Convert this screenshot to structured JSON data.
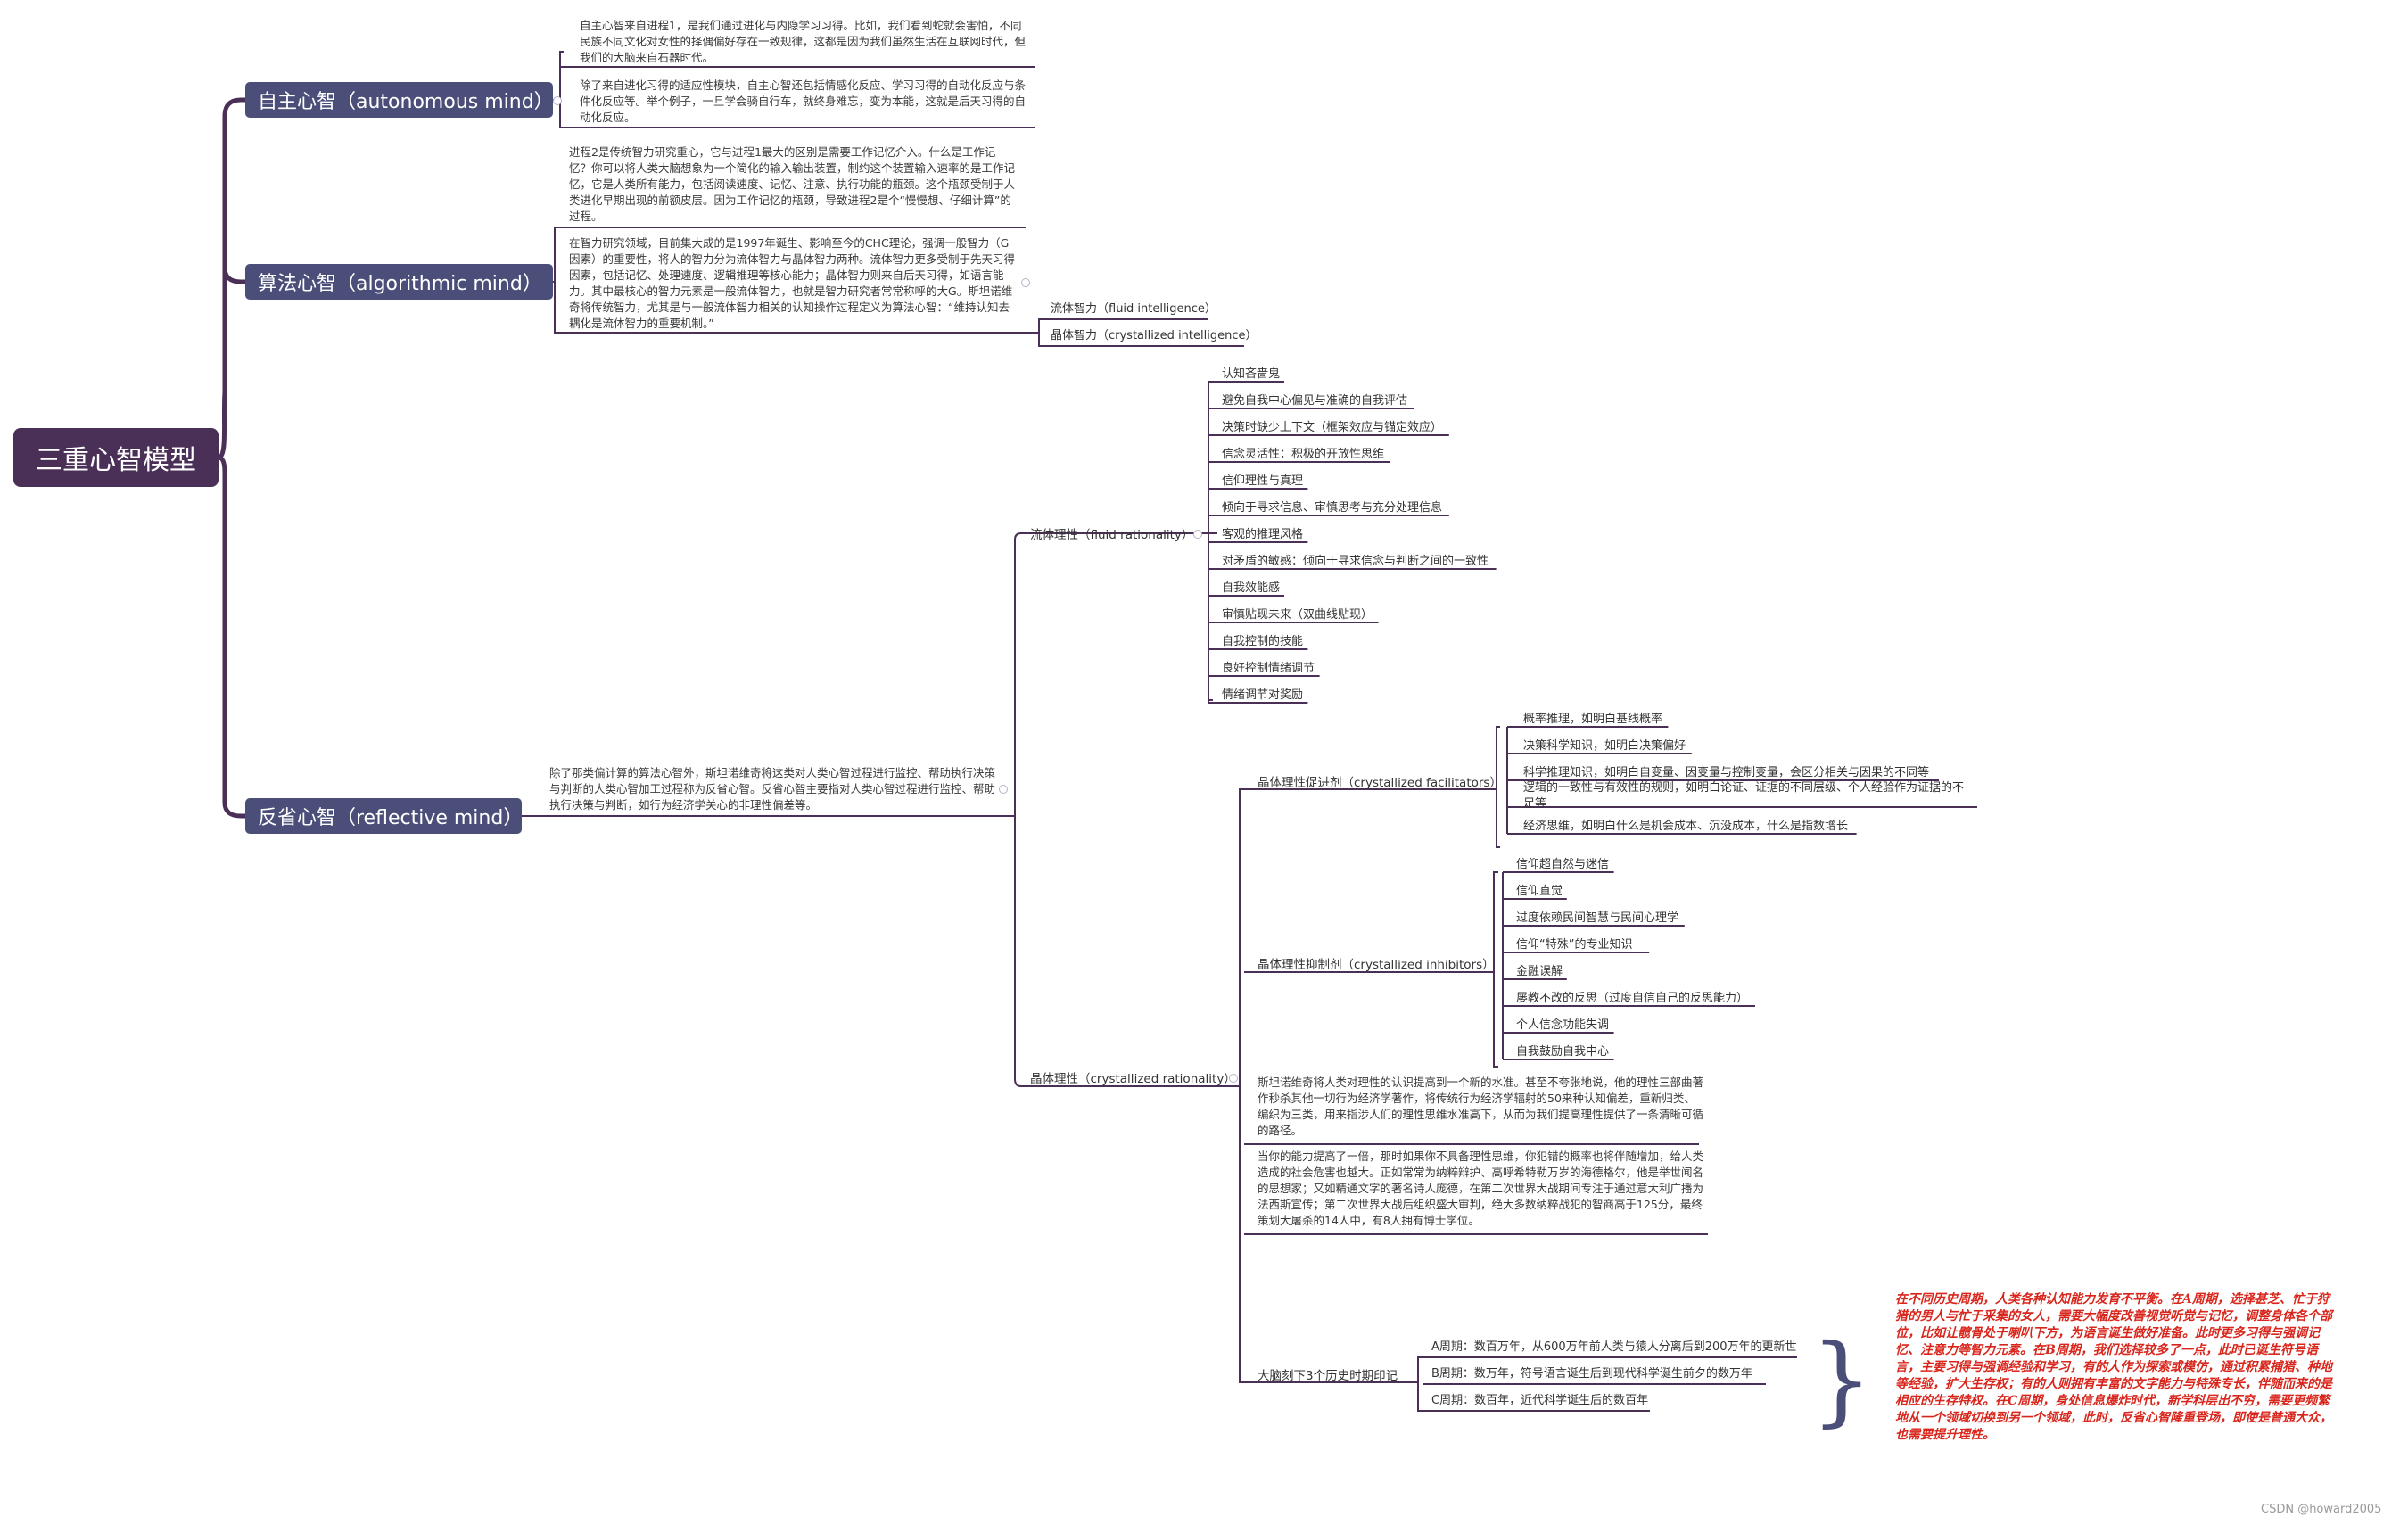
{
  "root": {
    "title": "三重心智模型"
  },
  "autonomous": {
    "title": "自主心智（autonomous mind）",
    "paras": [
      "自主心智来自进程1，是我们通过进化与内隐学习习得。比如，我们看到蛇就会害怕，不同民族不同文化对女性的择偶偏好存在一致规律，这都是因为我们虽然生活在互联网时代，但我们的大脑来自石器时代。",
      "除了来自进化习得的适应性模块，自主心智还包括情感化反应、学习习得的自动化反应与条件化反应等。举个例子，一旦学会骑自行车，就终身难忘，变为本能，这就是后天习得的自动化反应。"
    ]
  },
  "algorithmic": {
    "title": "算法心智（algorithmic mind）",
    "paras": [
      "进程2是传统智力研究重心，它与进程1最大的区别是需要工作记忆介入。什么是工作记忆？你可以将人类大脑想象为一个简化的输入输出装置，制约这个装置输入速率的是工作记忆，它是人类所有能力，包括阅读速度、记忆、注意、执行功能的瓶颈。这个瓶颈受制于人类进化早期出现的前额皮层。因为工作记忆的瓶颈，导致进程2是个“慢慢想、仔细计算”的过程。",
      "在智力研究领域，目前集大成的是1997年诞生、影响至今的CHC理论，强调一般智力（G因素）的重要性，将人的智力分为流体智力与晶体智力两种。流体智力更多受制于先天习得因素，包括记忆、处理速度、逻辑推理等核心能力；晶体智力则来自后天习得，如语言能力。其中最核心的智力元素是一般流体智力，也就是智力研究者常常称呼的大G。斯坦诺维奇将传统智力，尤其是与一般流体智力相关的认知操作过程定义为算法心智：“维持认知去耦化是流体智力的重要机制。”"
    ],
    "children": [
      "流体智力（fluid intelligence）",
      "晶体智力（crystallized intelligence）"
    ]
  },
  "reflective": {
    "title": "反省心智（reflective mind）",
    "desc": "除了那类偏计算的算法心智外，斯坦诺维奇将这类对人类心智过程进行监控、帮助执行决策与判断的人类心智加工过程称为反省心智。反省心智主要指对人类心智过程进行监控、帮助执行决策与判断，如行为经济学关心的非理性偏差等。",
    "fluid": {
      "label": "流体理性（fluid rationality）",
      "items": [
        "认知吝啬鬼",
        "避免自我中心偏见与准确的自我评估",
        "决策时缺少上下文（框架效应与锚定效应）",
        "信念灵活性：积极的开放性思维",
        "信仰理性与真理",
        "倾向于寻求信息、审慎思考与充分处理信息",
        "客观的推理风格",
        "对矛盾的敏感：倾向于寻求信念与判断之间的一致性",
        "自我效能感",
        "审慎贴现未来（双曲线贴现）",
        "自我控制的技能",
        "良好控制情绪调节",
        "情绪调节对奖励"
      ]
    },
    "crystallized": {
      "label": "晶体理性（crystallized rationality）",
      "facilitators": {
        "label": "晶体理性促进剂（crystallized facilitators）",
        "items": [
          "概率推理，如明白基线概率",
          "决策科学知识，如明白决策偏好",
          "科学推理知识，如明白自变量、因变量与控制变量，会区分相关与因果的不同等",
          "逻辑的一致性与有效性的规则，如明白论证、证据的不同层级、个人经验作为证据的不足等",
          "经济思维，如明白什么是机会成本、沉没成本，什么是指数增长"
        ]
      },
      "inhibitors": {
        "label": "晶体理性抑制剂（crystallized inhibitors）",
        "items": [
          "信仰超自然与迷信",
          "信仰直觉",
          "过度依赖民间智慧与民间心理学",
          "信仰“特殊”的专业知识",
          "金融误解",
          "屡教不改的反思（过度自信自己的反思能力）",
          "个人信念功能失调",
          "自我鼓励自我中心"
        ]
      },
      "paras": [
        "斯坦诺维奇将人类对理性的认识提高到一个新的水准。甚至不夸张地说，他的理性三部曲著作秒杀其他一切行为经济学著作，将传统行为经济学辐射的50来种认知偏差，重新归类、编织为三类，用来指涉人们的理性思维水准高下，从而为我们提高理性提供了一条清晰可循的路径。",
        "当你的能力提高了一倍，那时如果你不具备理性思维，你犯错的概率也将伴随增加，给人类造成的社会危害也越大。正如常常为纳粹辩护、高呼希特勒万岁的海德格尔，他是举世闻名的思想家；又如精通文字的著名诗人庞德，在第二次世界大战期间专注于通过意大利广播为法西斯宣传；第二次世界大战后组织盛大审判，绝大多数纳粹战犯的智商高于125分，最终策划大屠杀的14人中，有8人拥有博士学位。"
      ],
      "history": {
        "label": "大脑刻下3个历史时期印记",
        "items": [
          "A周期：数百万年，从600万年前人类与猿人分离后到200万年的更新世",
          "B周期：数万年，符号语言诞生后到现代科学诞生前夕的数万年",
          "C周期：数百年，近代科学诞生后的数百年"
        ]
      }
    }
  },
  "note": "在不同历史周期，人类各种认知能力发育不平衡。在A周期，选择甚芝、忙于狩猎的男人与忙于采集的女人，需要大幅度改善视觉听觉与记忆，调整身体各个部位，比如让髋骨处于喇叭下方，为语言诞生做好准备。此时更多习得与强调记忆、注意力等智力元素。在B周期，我们选择较多了一点，此时已诞生符号语言，主要习得与强调经验和学习，有的人作为探索或模仿，通过积累捕猎、种地等经验，扩大生存权；有的人则拥有丰富的文字能力与特殊专长，伴随而来的是相应的生存特权。在C周期，身处信息爆炸时代，新学科层出不穷，需要更频繁地从一个领域切换到另一个领域，此时，反省心智隆重登场，即使是普通大众，也需要提升理性。",
  "watermark": "CSDN @howard2005",
  "colors": {
    "root": "#4a2f57",
    "main": "#4a4e78",
    "line": "#4a2f57",
    "note": "#d9261c"
  }
}
